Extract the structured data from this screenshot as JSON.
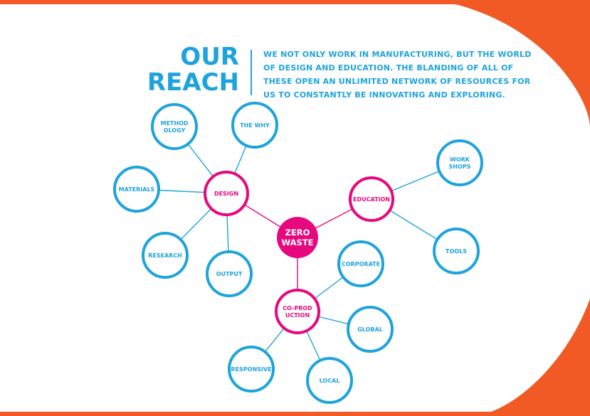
{
  "colors": {
    "accent": "#f15a24",
    "blue": "#1fa3dc",
    "pink": "#e5087e",
    "white": "#ffffff"
  },
  "header": {
    "title_line1": "OUR",
    "title_line2": "REACH",
    "intro": "WE NOT ONLY WORK IN MANUFACTURING, BUT THE WORLD OF DESIGN AND EDUCATION. THE BLANDING OF ALL OF THESE OPEN AN UNLIMITED NETWORK OF RESOURCES FOR US TO CONSTANTLY BE INNOVATING AND EXPLORING."
  },
  "diagram": {
    "center": {
      "id": "zero-waste",
      "lines": [
        "ZERO",
        "WASTE"
      ]
    },
    "hubs": [
      {
        "id": "design",
        "lines": [
          "DESIGN"
        ],
        "children": [
          {
            "id": "methodology",
            "lines": [
              "METHOD",
              "OLOGY"
            ]
          },
          {
            "id": "the-why",
            "lines": [
              "THE WHY"
            ]
          },
          {
            "id": "materials",
            "lines": [
              "MATERIALS"
            ]
          },
          {
            "id": "research",
            "lines": [
              "RESEARCH"
            ]
          },
          {
            "id": "output",
            "lines": [
              "OUTPUT"
            ]
          }
        ]
      },
      {
        "id": "education",
        "lines": [
          "EDUCATION"
        ],
        "children": [
          {
            "id": "workshops",
            "lines": [
              "WORK",
              "SHOPS"
            ]
          },
          {
            "id": "tools",
            "lines": [
              "TOOLS"
            ]
          }
        ]
      },
      {
        "id": "co-production",
        "lines": [
          "CO-PROD",
          "UCTION"
        ],
        "children": [
          {
            "id": "corporate",
            "lines": [
              "CORPORATE"
            ]
          },
          {
            "id": "global",
            "lines": [
              "GLOBAL"
            ]
          },
          {
            "id": "responsive",
            "lines": [
              "RESPONSIVE"
            ]
          },
          {
            "id": "local",
            "lines": [
              "LOCAL"
            ]
          }
        ]
      }
    ]
  }
}
